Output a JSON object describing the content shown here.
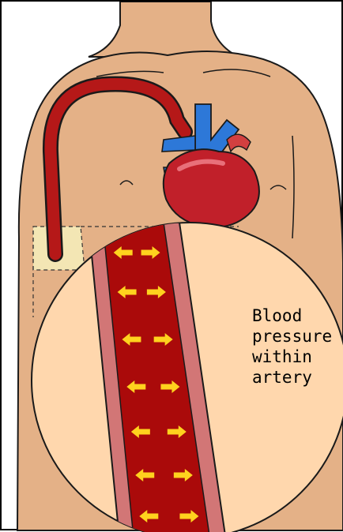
{
  "label": {
    "lines": [
      "Blood",
      "pressure",
      "within",
      "artery"
    ]
  },
  "colors": {
    "skin": "#e4b187",
    "skin_shadow": "#c8905f",
    "zoom_bg": "#ffd7ad",
    "artery_wall": "#d27676",
    "blood": "#aa0a0a",
    "arrow": "#ffd21e",
    "heart": "#c1202a",
    "vessels": "#2d78d8",
    "catheter": "#b51818",
    "outline": "#1a1a1a"
  },
  "icons": [
    "heart-icon",
    "arrow-icon"
  ]
}
